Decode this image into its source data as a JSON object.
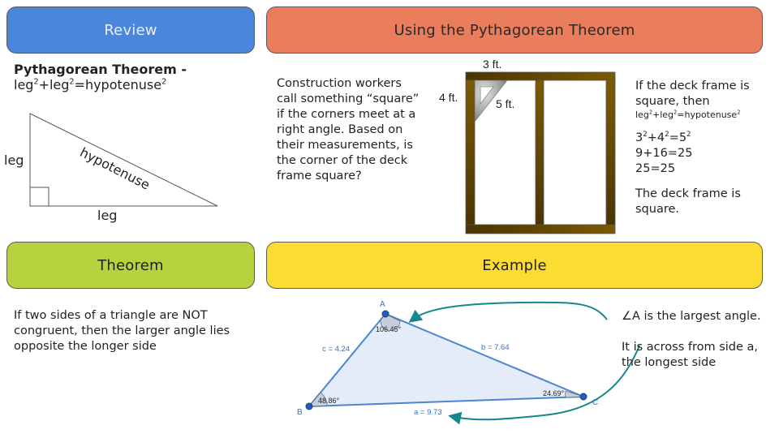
{
  "headers": {
    "review": "Review",
    "using": "Using the Pythagorean Theorem",
    "theorem": "Theorem",
    "example": "Example"
  },
  "colors": {
    "review": "#4a86db",
    "using": "#e97d5c",
    "theorem": "#b4d33e",
    "example": "#fbdc33",
    "arrow": "#17878f",
    "geo_blue": "#4a86d0",
    "wood_dark": "#4a3500",
    "wood_light": "#7d5a00"
  },
  "review": {
    "title": "Pythagorean Theorem -",
    "formula": {
      "a": "leg",
      "b": "+leg",
      "c": "=hypotenuse",
      "exp": "2"
    },
    "triangle_labels": {
      "left": "leg",
      "bottom": "leg",
      "hypotenuse": "hypotenuse"
    }
  },
  "using": {
    "problem": "Construction workers call something “square” if the corners meet at a right angle. Based on their measurements, is the corner of the deck frame square?",
    "frame_labels": {
      "top": "3 ft.",
      "left": "4 ft.",
      "diag": "5 ft."
    },
    "solution": {
      "intro": "If the deck frame is square, then",
      "formula": {
        "a": "leg",
        "b": "+leg",
        "c": "=hypotenuse",
        "exp": "2"
      },
      "line1": {
        "a": "3",
        "b": "+4",
        "c": "=5",
        "exp": "2"
      },
      "line2": "9+16=25",
      "line3": "25=25",
      "conclusion": "The deck frame is square."
    }
  },
  "theorem": {
    "text": "If two sides of a triangle are NOT congruent, then the larger angle lies opposite the longer side"
  },
  "example": {
    "vertices": {
      "A": "A",
      "B": "B",
      "C": "C"
    },
    "sides": {
      "a": "a = 9.73",
      "b": "b = 7.64",
      "c": "c = 4.24"
    },
    "angles": {
      "A": "106.45°",
      "B": "48.86°",
      "C": "24.69°"
    },
    "explain1": "∠A is the largest angle.",
    "explain2": "It is across from side a, the longest side"
  }
}
